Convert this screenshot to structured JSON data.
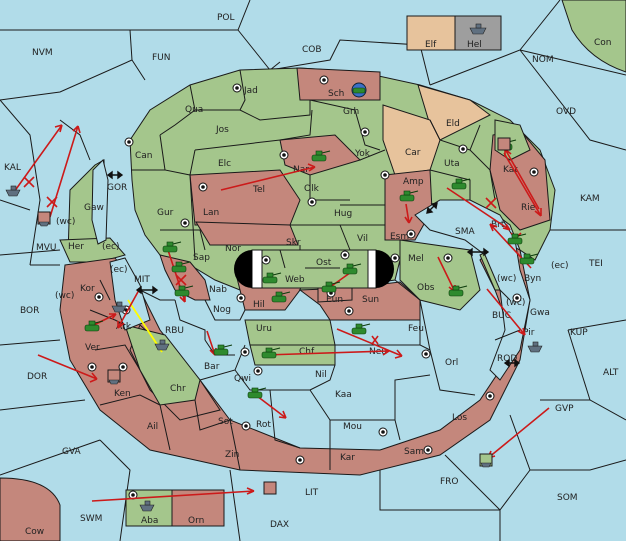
{
  "map": {
    "colors": {
      "sea": "#b1dce9",
      "green": "#a4c68c",
      "red": "#c4877c",
      "tan": "#e7c39c",
      "order": "#cc1a1a",
      "support": "#ffff00"
    },
    "sea_regions": [
      "POL",
      "NVM",
      "FUN",
      "COB",
      "NOM",
      "OVD",
      "KAM",
      "TEI",
      "KUP",
      "ALT",
      "GVP",
      "SOM",
      "FRO",
      "DAX",
      "LIT",
      "SWM",
      "GVA",
      "DOR",
      "BOR",
      "KAL",
      "MVU",
      "GOR",
      "MIT",
      "RBU",
      "SMA",
      "BUC",
      "ROD"
    ],
    "land_regions": [
      "Jad",
      "Sch",
      "Qua",
      "Jos",
      "Grh",
      "Eld",
      "Can",
      "Elc",
      "Nar",
      "Yok",
      "Car",
      "Uta",
      "Kat",
      "Tel",
      "Olk",
      "Amp",
      "Rie",
      "Gur",
      "Lan",
      "Hug",
      "Esm",
      "Brt",
      "Nor",
      "Skr",
      "Ost",
      "Vil",
      "Mel",
      "Byn",
      "Sap",
      "Web",
      "Eun",
      "Obs",
      "Gwa",
      "Kor",
      "Nab",
      "Hil",
      "Sun",
      "Pir",
      "Ark",
      "Nog",
      "Uru",
      "Feu",
      "Ver",
      "Bar",
      "Chf",
      "Neu",
      "Orl",
      "Ken",
      "Chr",
      "Qwi",
      "Nil",
      "Kaa",
      "Ail",
      "Sot",
      "Rot",
      "Mou",
      "Los",
      "Zin",
      "Kar",
      "Sam",
      "Gaw",
      "Her",
      "Elf",
      "Hel",
      "Con",
      "Cow",
      "Aba",
      "Orn"
    ],
    "coast_labels": [
      "(wc)",
      "(ec)",
      "(wc)",
      "(ec)",
      "(wc)",
      "(ec)",
      "(wc)"
    ]
  }
}
